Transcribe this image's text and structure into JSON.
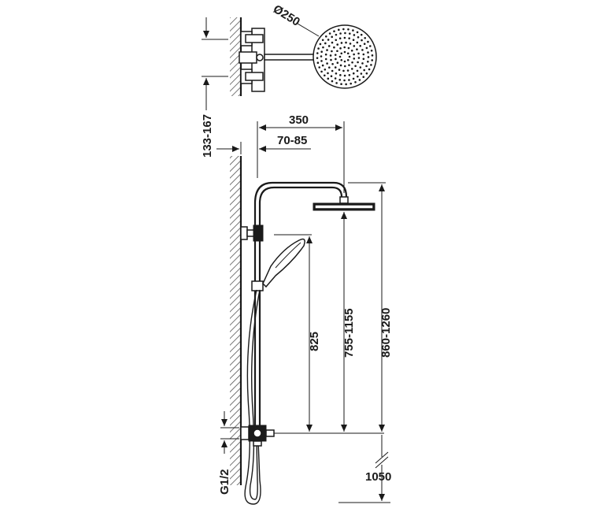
{
  "dimensions": {
    "head_diameter": "Ø250",
    "arm_length": "350",
    "wall_offset": "70-85",
    "outlet_spacing": "133-167",
    "hand_shower_height": "825",
    "head_height_range": "755-1155",
    "total_height_range": "860-1260",
    "floor_height": "1050",
    "connection_thread": "G1/2"
  }
}
